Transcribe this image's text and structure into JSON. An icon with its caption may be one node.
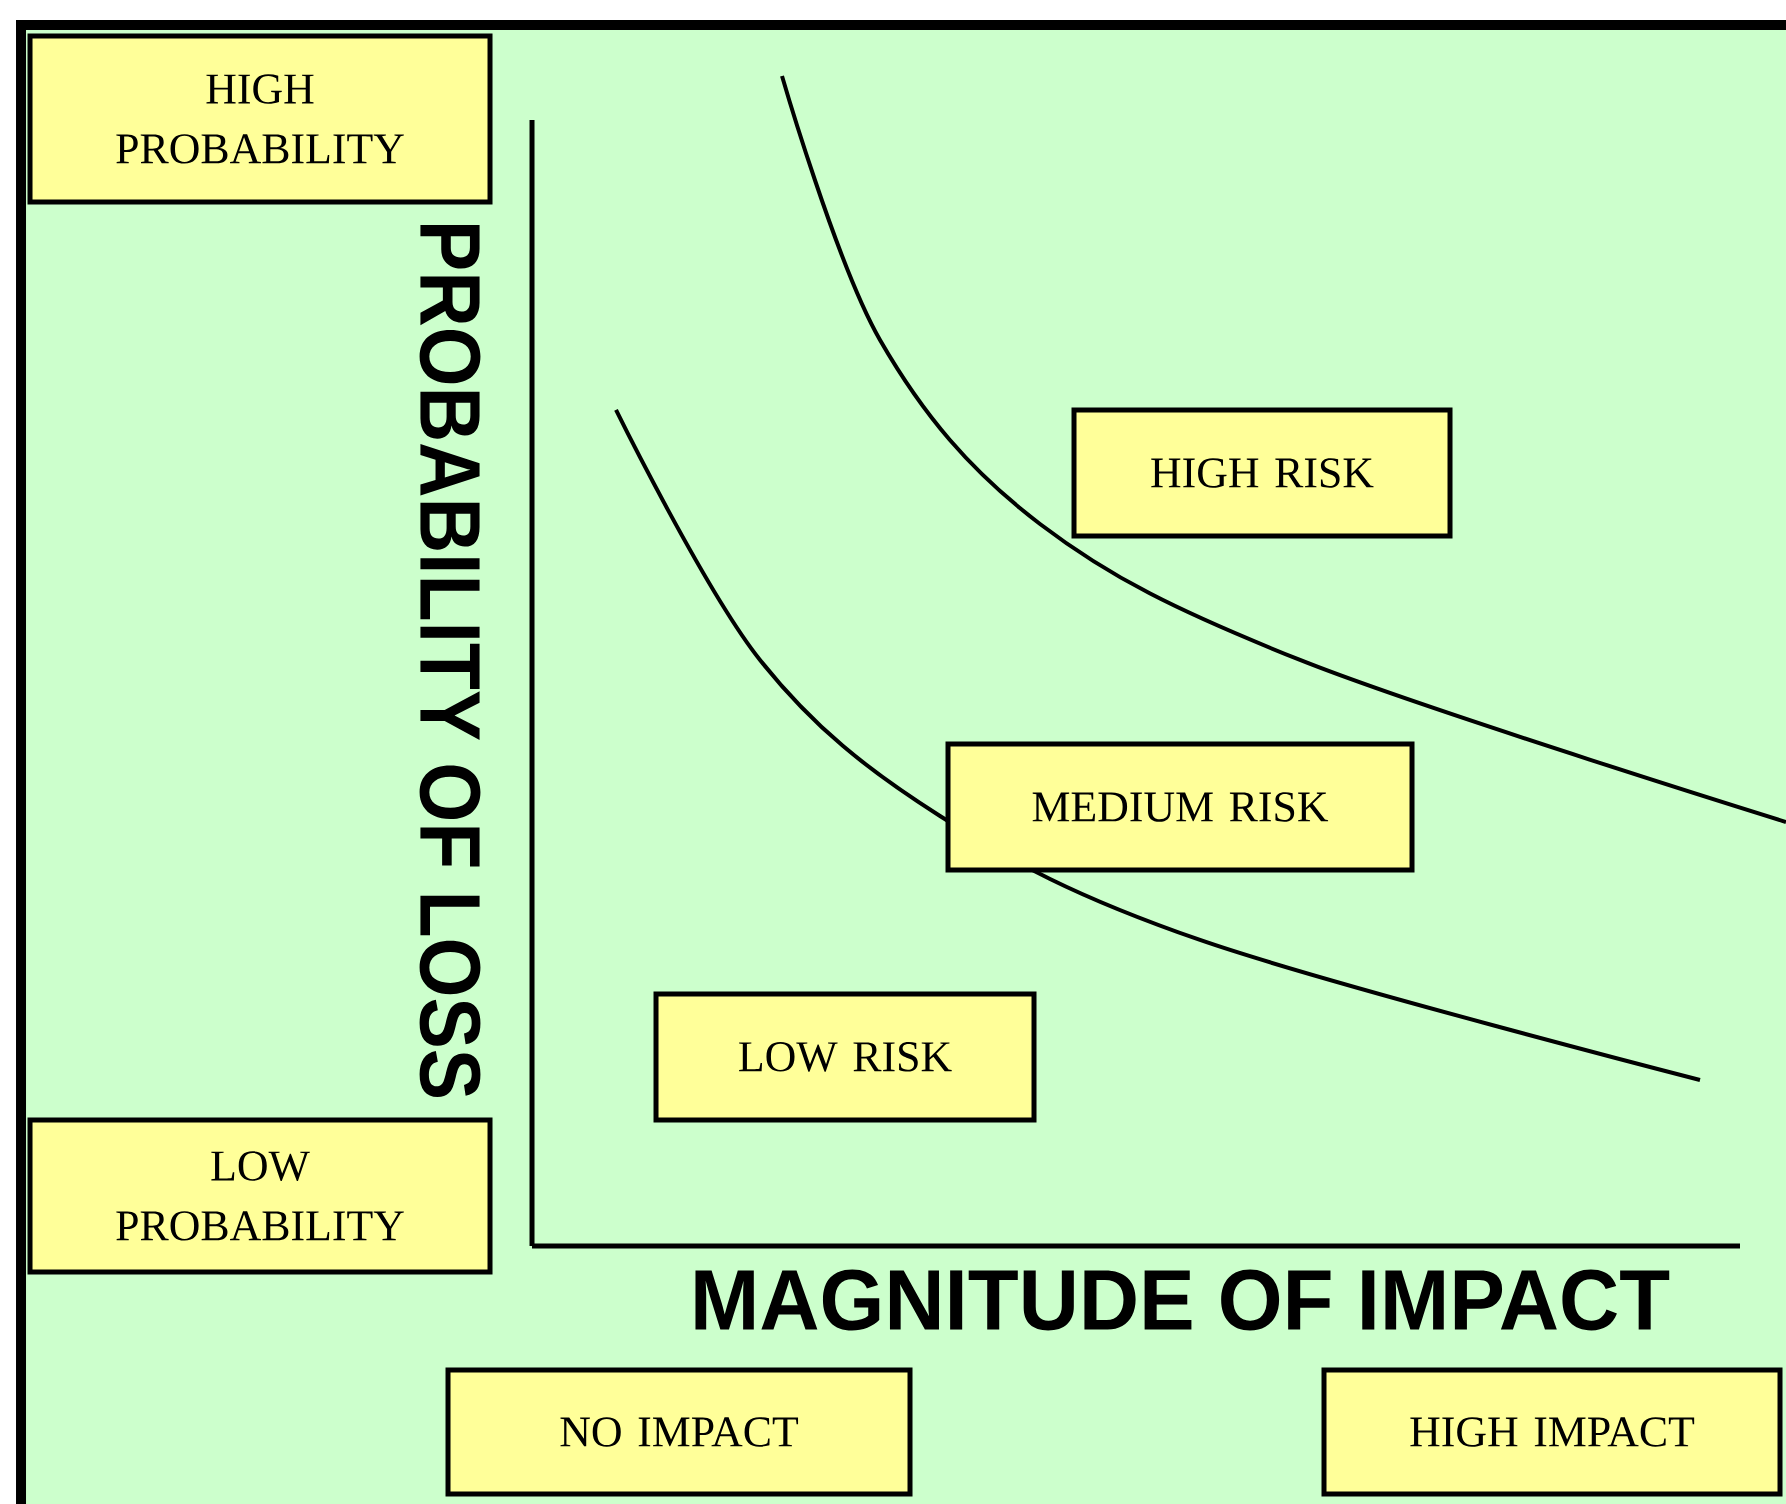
{
  "diagram": {
    "nodes": [
      {
        "text": [
          "HIGH PROBABILITY"
        ]
      },
      {
        "text": [
          "LOW PROBABILITY"
        ]
      },
      {
        "text": [
          "HIGH RISK"
        ]
      },
      {
        "text": [
          "MEDIUM RISK"
        ]
      },
      {
        "text": [
          "LOW  RISK"
        ]
      },
      {
        "text": [
          "NO IMPACT"
        ]
      },
      {
        "text": [
          "HIGH IMPACT"
        ]
      }
    ],
    "edges": [],
    "labels": [
      "PROBABILITY OF LOSS",
      "MAGNITUDE OF IMPACT"
    ]
  }
}
